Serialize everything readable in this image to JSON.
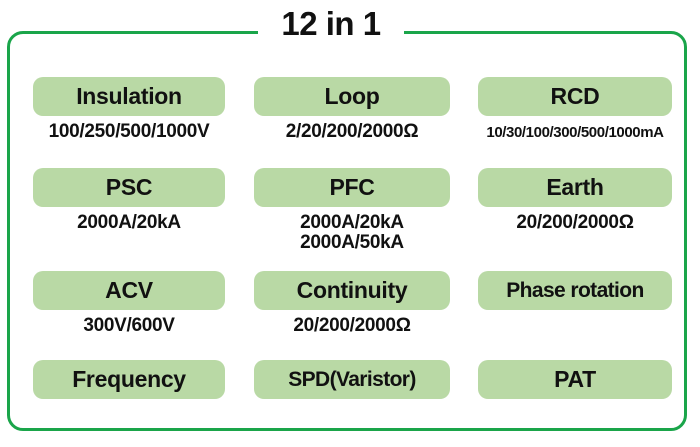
{
  "title": "12 in 1",
  "colors": {
    "frame_border": "#1aa54a",
    "pill_background": "#b9d9a5",
    "text": "#111111",
    "page_background": "#ffffff"
  },
  "functions": [
    {
      "name": "Insulation",
      "spec": "100/250/500/1000V",
      "spec_line2": "",
      "small_spec": false,
      "row": 0,
      "column": 0
    },
    {
      "name": "Loop",
      "spec": "2/20/200/2000Ω",
      "spec_line2": "",
      "small_spec": false,
      "row": 0,
      "column": 1
    },
    {
      "name": "RCD",
      "spec": "10/30/100/300/500/1000mA",
      "spec_line2": "",
      "small_spec": true,
      "row": 0,
      "column": 2
    },
    {
      "name": "PSC",
      "spec": "2000A/20kA",
      "spec_line2": "",
      "small_spec": false,
      "row": 1,
      "column": 0
    },
    {
      "name": "PFC",
      "spec": "2000A/20kA",
      "spec_line2": "2000A/50kA",
      "small_spec": false,
      "row": 1,
      "column": 1
    },
    {
      "name": "Earth",
      "spec": "20/200/2000Ω",
      "spec_line2": "",
      "small_spec": false,
      "row": 1,
      "column": 2
    },
    {
      "name": "ACV",
      "spec": "300V/600V",
      "spec_line2": "",
      "small_spec": false,
      "row": 2,
      "column": 0
    },
    {
      "name": "Continuity",
      "spec": "20/200/2000Ω",
      "spec_line2": "",
      "small_spec": false,
      "row": 2,
      "column": 1
    },
    {
      "name": "Phase rotation",
      "spec": "",
      "spec_line2": "",
      "small_spec": false,
      "row": 2,
      "column": 2
    },
    {
      "name": "Frequency",
      "spec": "",
      "spec_line2": "",
      "small_spec": false,
      "row": 3,
      "column": 0
    },
    {
      "name": "SPD(Varistor)",
      "spec": "",
      "spec_line2": "",
      "small_spec": false,
      "row": 3,
      "column": 1
    },
    {
      "name": "PAT",
      "spec": "",
      "spec_line2": "",
      "small_spec": false,
      "row": 3,
      "column": 2
    }
  ]
}
